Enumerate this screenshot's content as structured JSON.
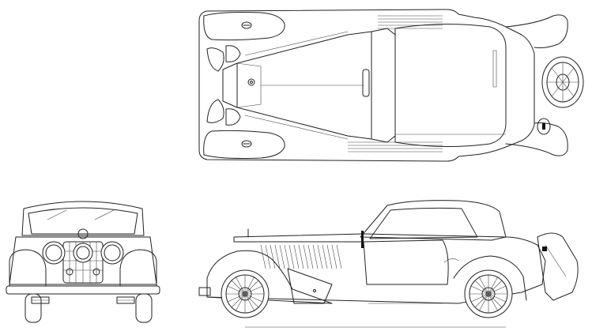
{
  "drawing": {
    "views": [
      "top",
      "front",
      "side"
    ],
    "colors": {
      "line": "#222222",
      "background": "#ffffff"
    }
  }
}
